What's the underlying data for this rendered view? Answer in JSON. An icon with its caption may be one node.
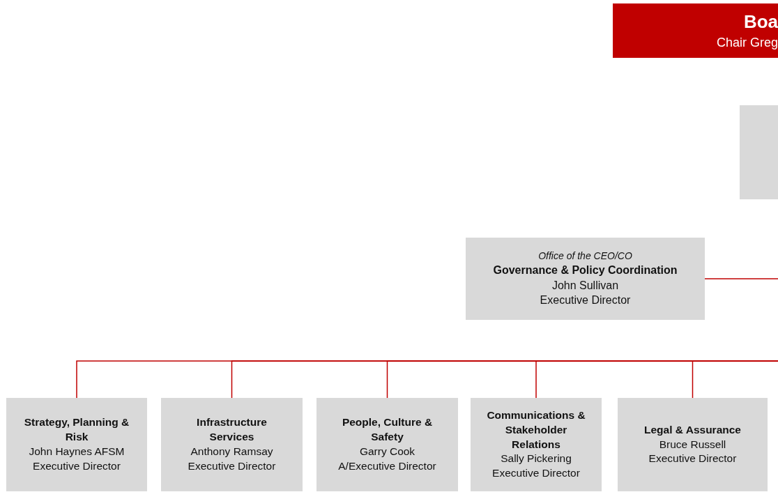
{
  "diagram": {
    "nodes": [
      {
        "text": [
          "Boa",
          "Chair Greg"
        ]
      },
      {
        "text": [],
        "shape": "box"
      },
      {
        "text": [
          "Office of the CEO/CO",
          "Governance & Policy Coordination",
          "John Sullivan",
          "Executive Director"
        ]
      },
      {
        "text": [
          "Strategy, Planning & Risk",
          "John Haynes AFSM",
          "Executive Director"
        ]
      },
      {
        "text": [
          "Infrastructure Services",
          "Anthony Ramsay",
          "Executive Director"
        ]
      },
      {
        "text": [
          "People, Culture & Safety",
          "Garry Cook",
          "A/Executive Director"
        ]
      },
      {
        "text": [
          "Communications & Stakeholder Relations",
          "Sally Pickering",
          "Executive Director"
        ]
      },
      {
        "text": [
          "Legal & Assurance",
          "Bruce Russell",
          "Executive Director"
        ]
      }
    ],
    "edges": [
      {
        "from": 2,
        "to": null,
        "arrow": "none"
      },
      {
        "from": null,
        "to": 3,
        "arrow": "none"
      },
      {
        "from": null,
        "to": 4,
        "arrow": "none"
      },
      {
        "from": null,
        "to": 5,
        "arrow": "none"
      },
      {
        "from": null,
        "to": 6,
        "arrow": "none"
      },
      {
        "from": null,
        "to": 7,
        "arrow": "none"
      }
    ]
  }
}
